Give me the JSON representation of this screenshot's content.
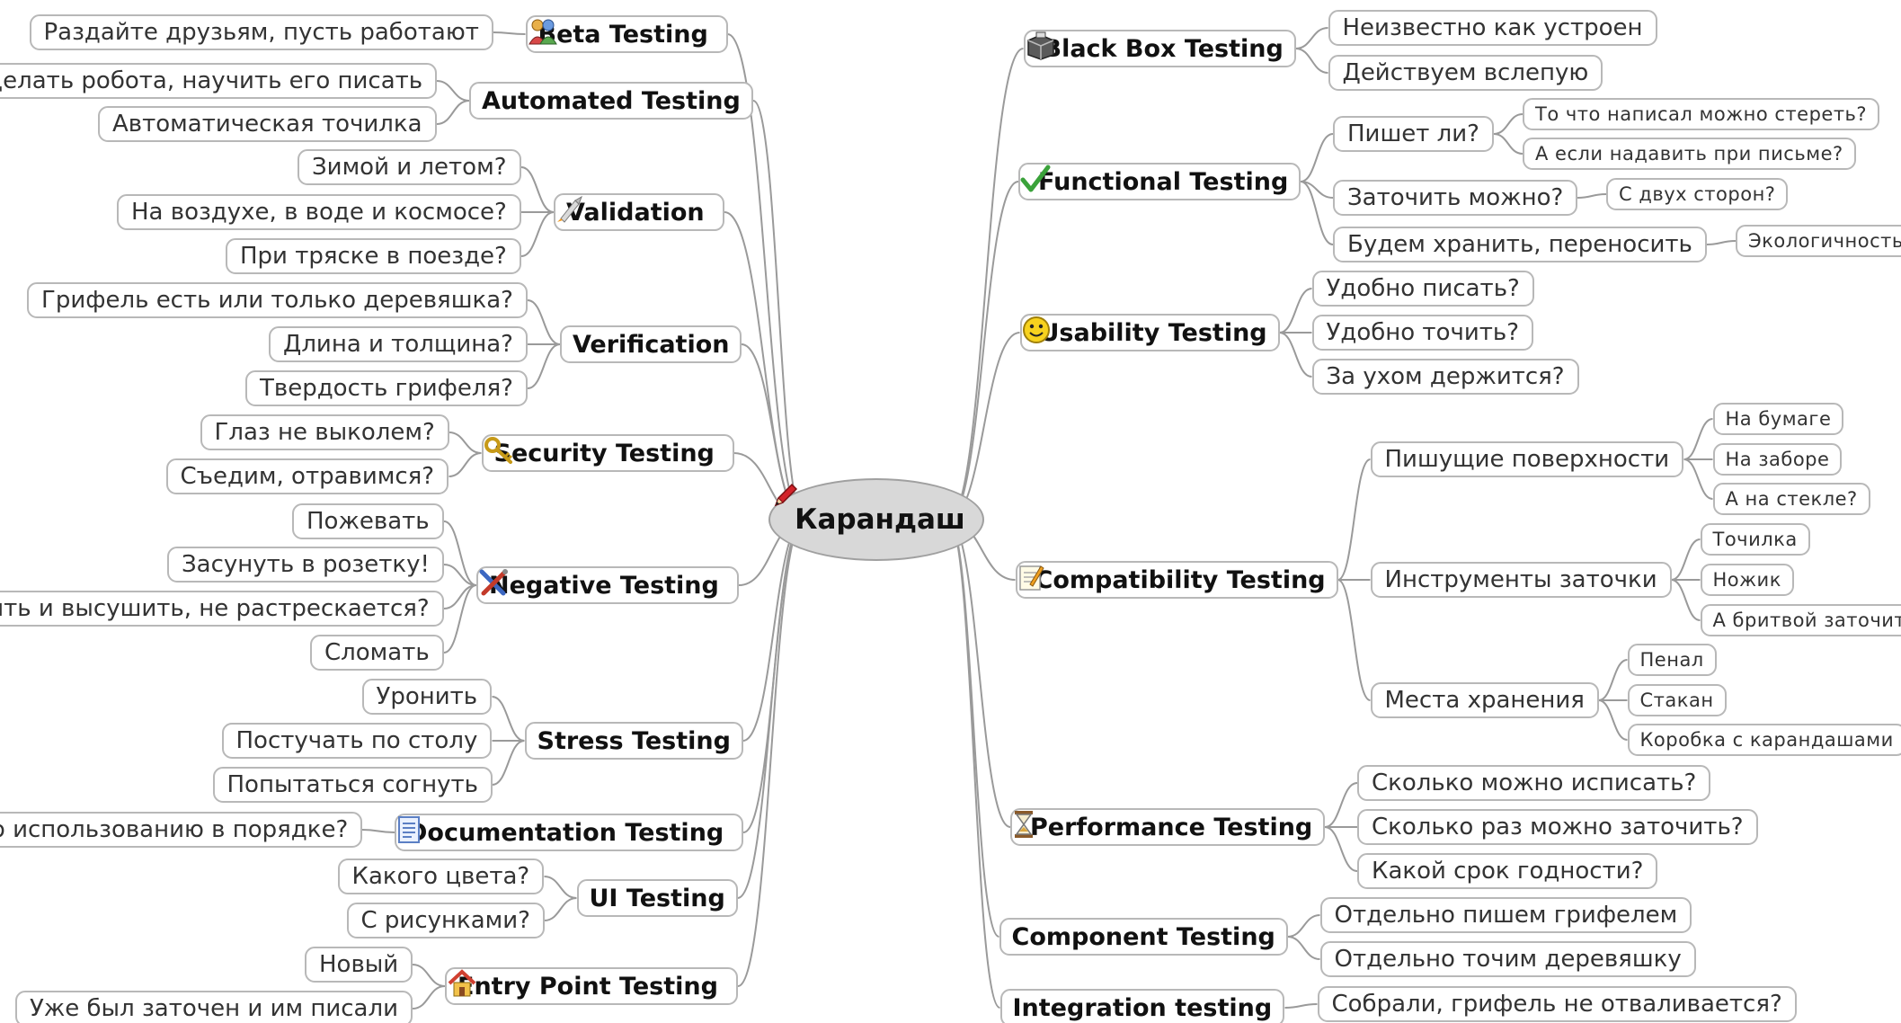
{
  "root": {
    "label": "Карандаш",
    "icon": "pencil-icon"
  },
  "branches": [
    {
      "key": "beta",
      "label": "Beta Testing",
      "icon": "people-icon",
      "leaves": [
        {
          "label": "Раздайте друзьям, пусть работают"
        }
      ]
    },
    {
      "key": "automated",
      "label": "Automated Testing",
      "leaves": [
        {
          "label": "Сделать робота, научить его писать"
        },
        {
          "label": "Автоматическая точилка"
        }
      ]
    },
    {
      "key": "validation",
      "label": "Validation",
      "icon": "rocket-icon",
      "leaves": [
        {
          "label": "Зимой и летом?"
        },
        {
          "label": "На воздухе, в воде и космосе?"
        },
        {
          "label": "При тряске в поезде?"
        }
      ]
    },
    {
      "key": "verification",
      "label": "Verification",
      "leaves": [
        {
          "label": "Грифель есть или только деревяшка?"
        },
        {
          "label": "Длина и толщина?"
        },
        {
          "label": "Твердость грифеля?"
        }
      ]
    },
    {
      "key": "security",
      "label": "Security Testing",
      "icon": "key-icon",
      "leaves": [
        {
          "label": "Глаз не выколем?"
        },
        {
          "label": "Съедим, отравимся?"
        }
      ]
    },
    {
      "key": "negative",
      "label": "Negative Testing",
      "icon": "tools-icon",
      "leaves": [
        {
          "label": "Пожевать"
        },
        {
          "label": "Засунуть в розетку!"
        },
        {
          "label": "очить и высушить, не растрескается?"
        },
        {
          "label": "Сломать"
        }
      ]
    },
    {
      "key": "stress",
      "label": "Stress Testing",
      "leaves": [
        {
          "label": "Уронить"
        },
        {
          "label": "Постучать по столу"
        },
        {
          "label": "Попытаться согнуть"
        }
      ]
    },
    {
      "key": "documentation",
      "label": "Documentation Testing",
      "icon": "document-icon",
      "leaves": [
        {
          "label": "я по использованию в порядке?"
        }
      ]
    },
    {
      "key": "ui",
      "label": "UI Testing",
      "leaves": [
        {
          "label": "Какого цвета?"
        },
        {
          "label": "С рисунками?"
        }
      ]
    },
    {
      "key": "entry",
      "label": "Entry Point Testing",
      "icon": "home-icon",
      "leaves": [
        {
          "label": "Новый"
        },
        {
          "label": "Уже был заточен и им писали"
        }
      ]
    },
    {
      "key": "blackbox",
      "label": "Black Box Testing",
      "icon": "box-icon",
      "leaves": [
        {
          "label": "Неизвестно как устроен"
        },
        {
          "label": "Действуем вслепую"
        }
      ]
    },
    {
      "key": "functional",
      "label": "Functional Testing",
      "icon": "checkmark-icon",
      "leaves": [
        {
          "label": "Пишет ли?",
          "children": [
            {
              "label": "То что написал можно стереть?"
            },
            {
              "label": "А если надавить при письме?"
            }
          ]
        },
        {
          "label": "Заточить можно?",
          "children": [
            {
              "label": "С двух сторон?"
            }
          ]
        },
        {
          "label": "Будем хранить, переносить",
          "children": [
            {
              "label": "Экологичность в п"
            }
          ]
        }
      ]
    },
    {
      "key": "usability",
      "label": "Usability Testing",
      "icon": "smiley-icon",
      "leaves": [
        {
          "label": "Удобно писать?"
        },
        {
          "label": "Удобно точить?"
        },
        {
          "label": "За ухом держится?"
        }
      ]
    },
    {
      "key": "compatibility",
      "label": "Compatibility Testing",
      "icon": "notepad-icon",
      "leaves": [
        {
          "label": "Пишущие поверхности",
          "children": [
            {
              "label": "На бумаге"
            },
            {
              "label": "На заборе"
            },
            {
              "label": "А на стекле?"
            }
          ]
        },
        {
          "label": "Инструменты заточки",
          "children": [
            {
              "label": "Точилка"
            },
            {
              "label": "Ножик"
            },
            {
              "label": "А бритвой заточите?"
            }
          ]
        },
        {
          "label": "Места хранения",
          "children": [
            {
              "label": "Пенал"
            },
            {
              "label": "Стакан"
            },
            {
              "label": "Коробка с карандашами"
            }
          ]
        }
      ]
    },
    {
      "key": "performance",
      "label": "Performance Testing",
      "icon": "hourglass-icon",
      "leaves": [
        {
          "label": "Сколько можно исписать?"
        },
        {
          "label": "Сколько раз можно заточить?"
        },
        {
          "label": "Какой срок годности?"
        }
      ]
    },
    {
      "key": "component",
      "label": "Component Testing",
      "leaves": [
        {
          "label": "Отдельно пишем грифелем"
        },
        {
          "label": "Отдельно точим деревяшку"
        }
      ]
    },
    {
      "key": "integration",
      "label": "Integration testing",
      "leaves": [
        {
          "label": "Собрали, грифель не отваливается?"
        }
      ]
    }
  ]
}
